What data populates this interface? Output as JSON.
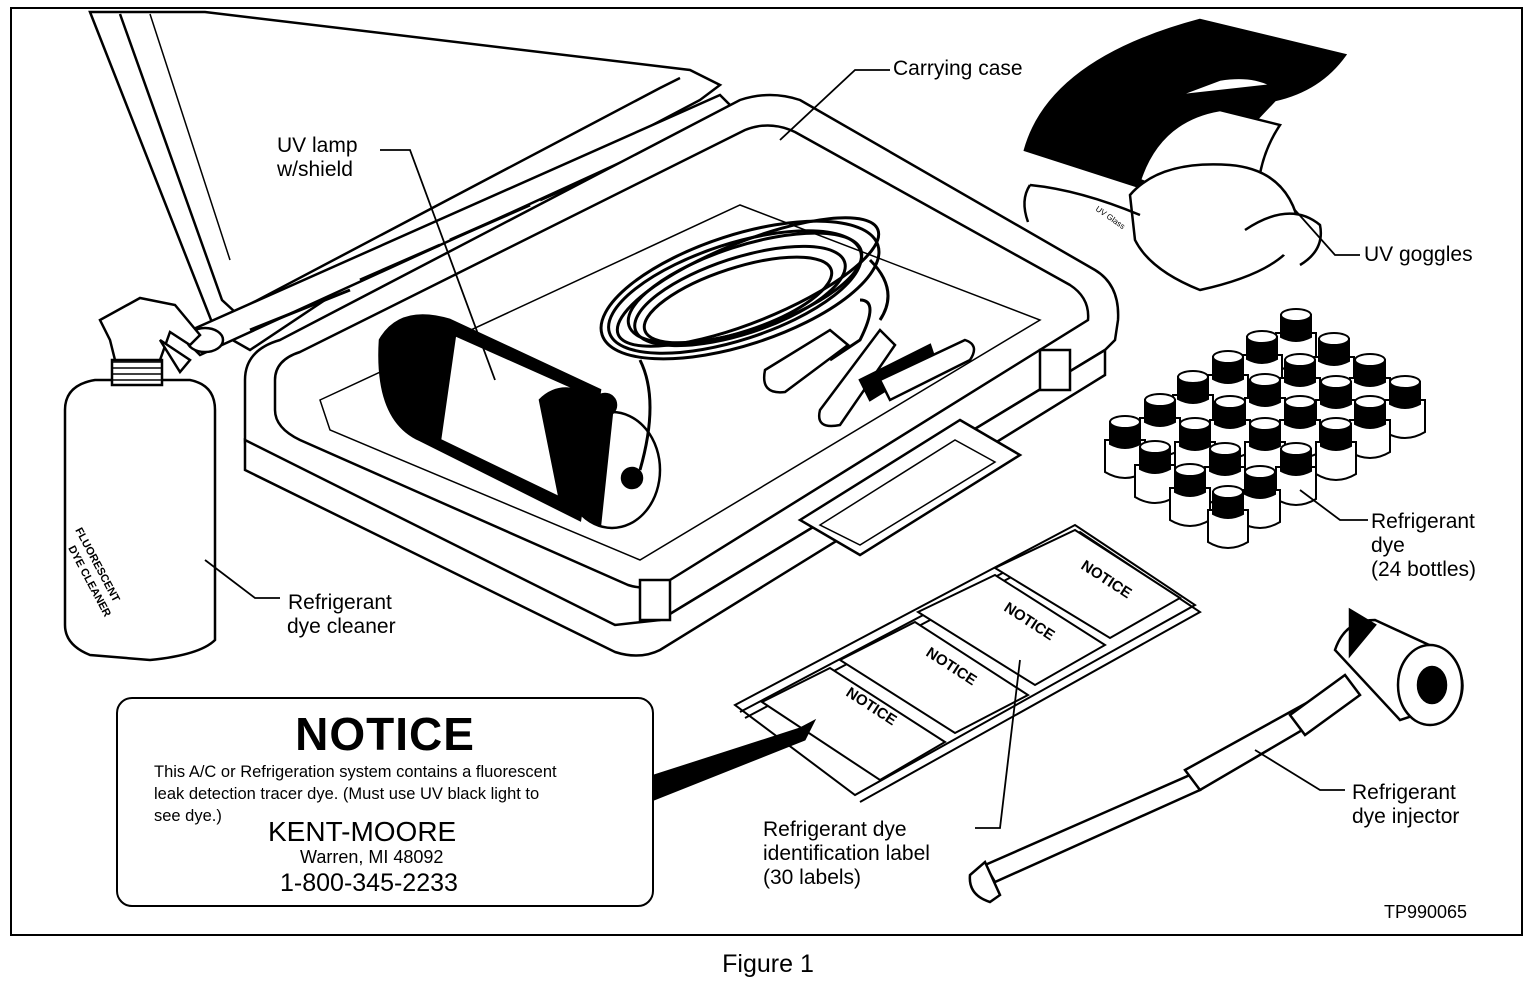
{
  "figure": {
    "caption": "Figure 1",
    "code": "TP990065"
  },
  "labels": {
    "carrying_case": "Carrying case",
    "uv_lamp": [
      "UV lamp",
      "w/shield"
    ],
    "uv_goggles": "UV goggles",
    "dye_cleaner": [
      "Refrigerant",
      "dye cleaner"
    ],
    "dye_bottles": [
      "Refrigerant",
      "dye",
      "(24 bottles)"
    ],
    "dye_label": [
      "Refrigerant dye",
      "identification label",
      "(30 labels)"
    ],
    "dye_injector": [
      "Refrigerant",
      "dye injector"
    ]
  },
  "bottle_print": [
    "FLUORESCENT",
    "DYE CLEANER"
  ],
  "goggles_print": "UV Glass",
  "sheet_notice_word": "NOTICE",
  "notice": {
    "title": "NOTICE",
    "body": [
      "This A/C or Refrigeration system contains a fluorescent",
      "leak detection tracer dye. (Must use UV black light to",
      "see dye.)"
    ],
    "brand": "KENT-MOORE",
    "address": "Warren, MI 48092",
    "phone": "1-800-345-2233"
  }
}
